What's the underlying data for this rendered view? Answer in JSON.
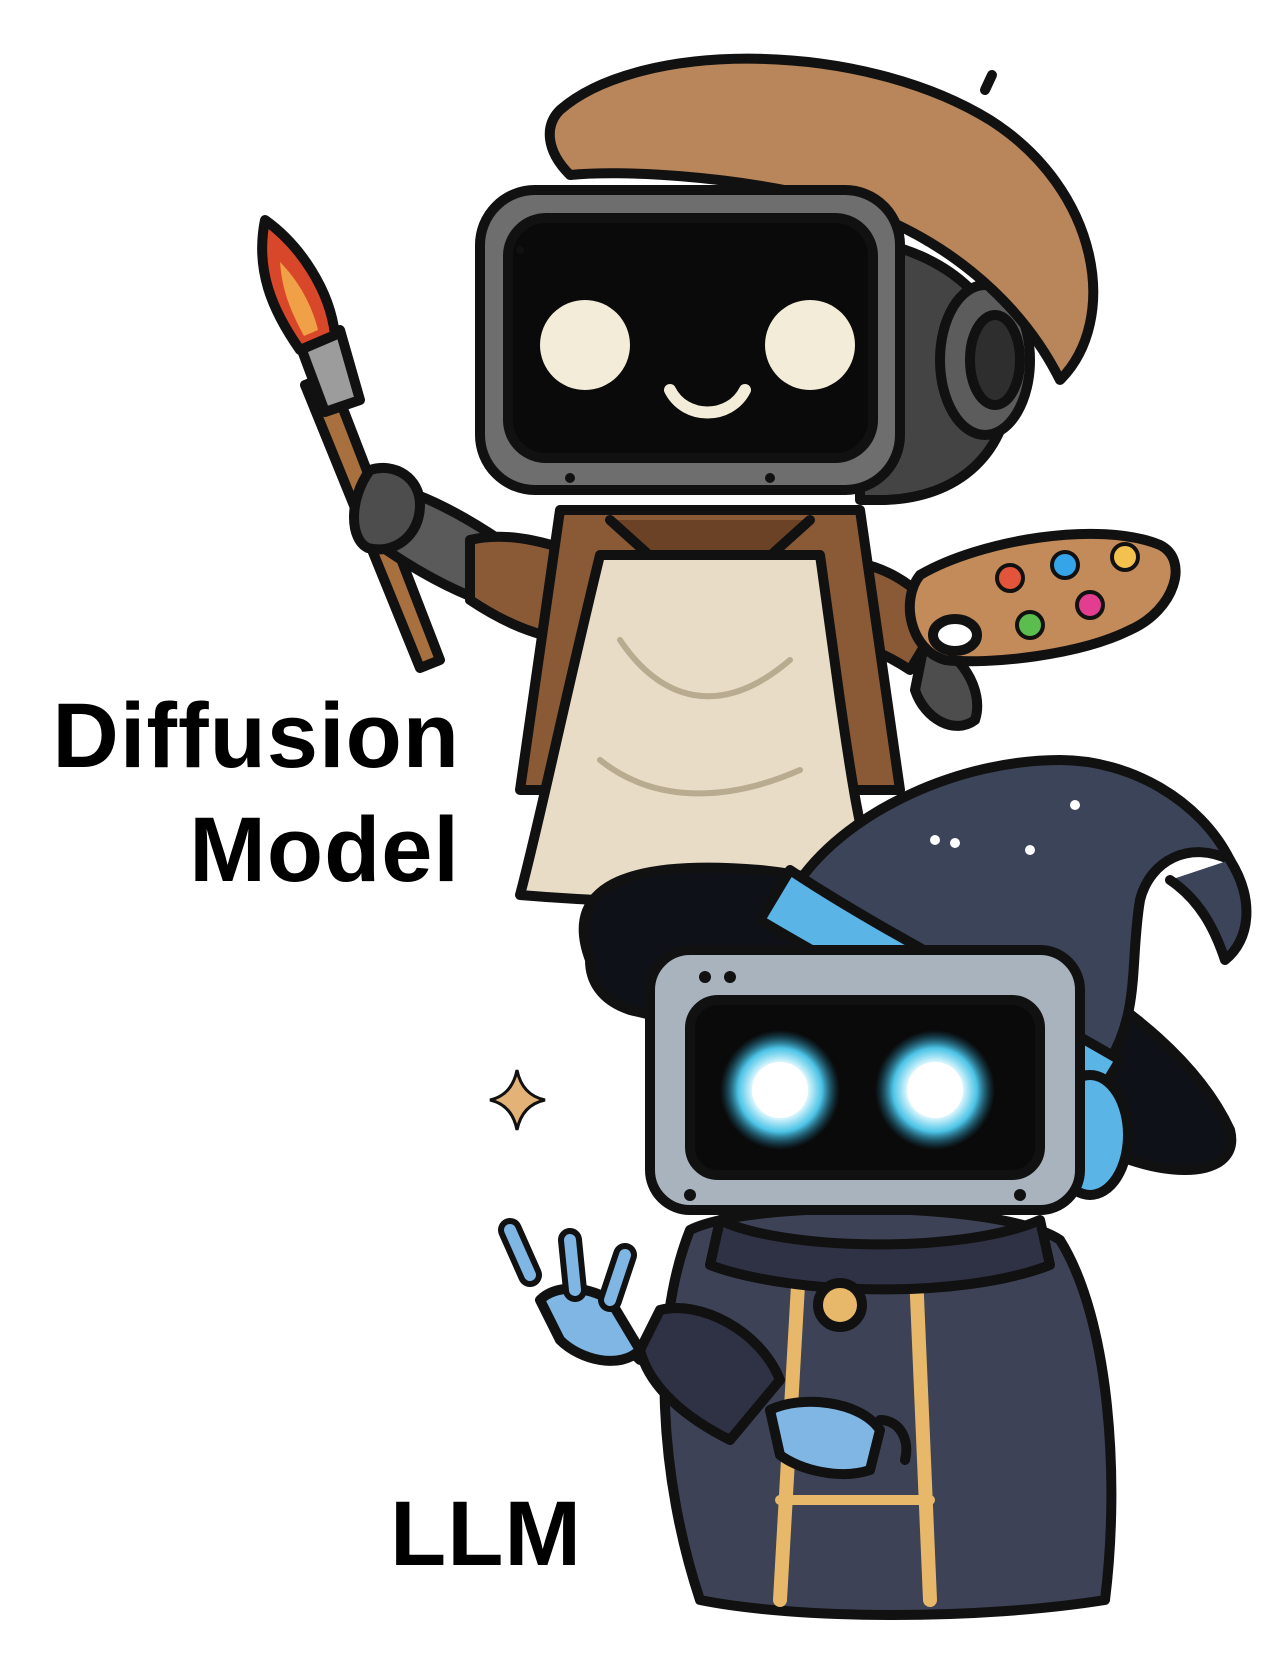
{
  "labels": {
    "diffusion_line1": "Diffusion",
    "diffusion_line2": "Model",
    "llm": "LLM"
  },
  "characters": {
    "painter": {
      "icon": "painter-robot-icon",
      "beret_color": "#b9855a",
      "apron_color": "#e8dcc6",
      "body_color": "#8a5a36",
      "screen_color": "#0a0a0a",
      "frame_color": "#6e6e6e",
      "eye_color": "#f2ecd9"
    },
    "wizard": {
      "icon": "wizard-robot-icon",
      "hat_color": "#3c4459",
      "hat_band_color": "#5ab4e6",
      "robe_color": "#3d4256",
      "trim_color": "#e7b86a",
      "frame_color": "#a9b3be",
      "eye_glow_color": "#54d8ff",
      "hand_color": "#7fb6e4"
    },
    "sparkle_color": "#e3b277"
  }
}
